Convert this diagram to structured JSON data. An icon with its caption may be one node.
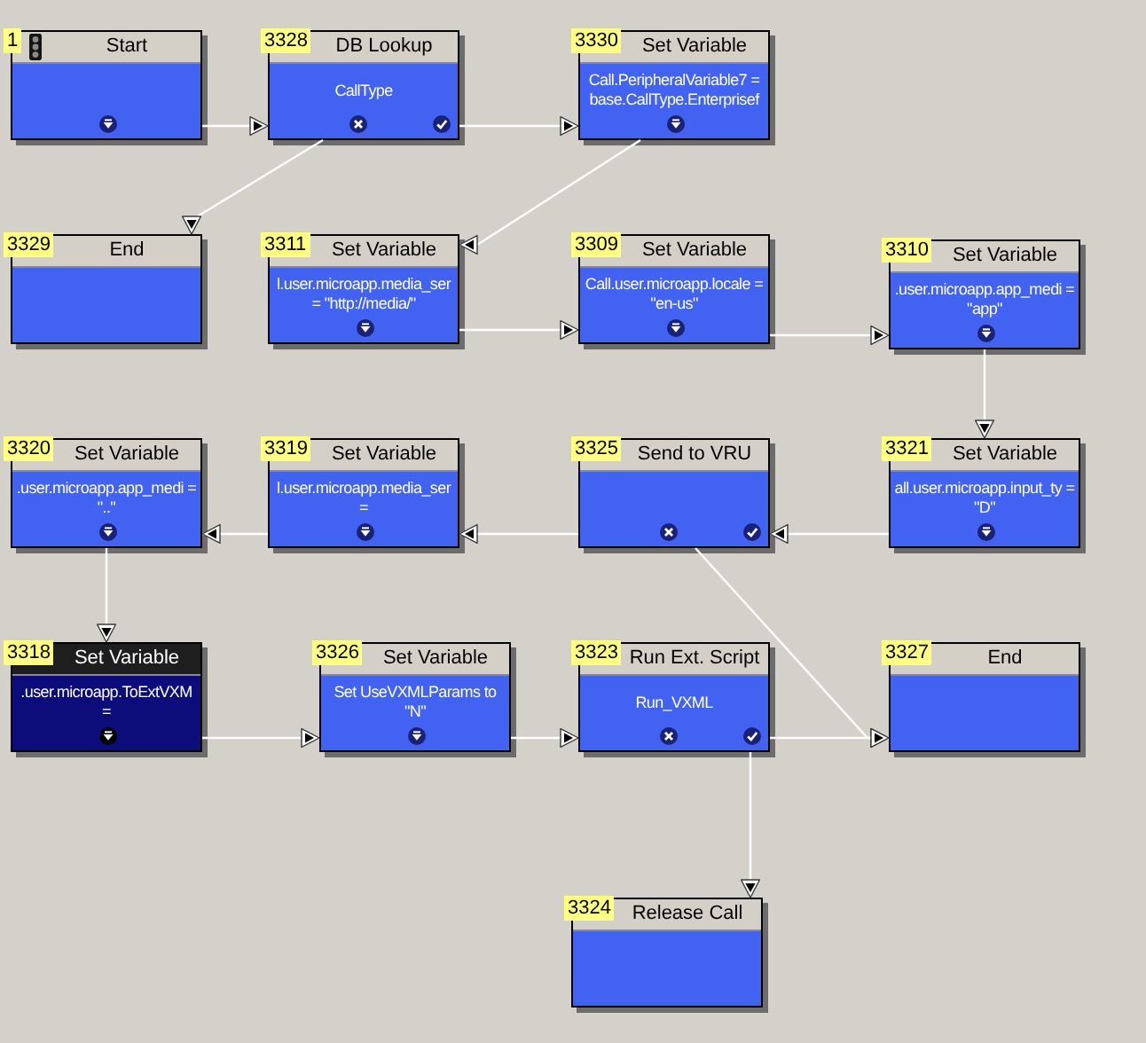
{
  "diagram": {
    "nodes": [
      {
        "text": [
          "1",
          "Start"
        ]
      },
      {
        "text": [
          "3328",
          "DB Lookup",
          "CallType"
        ]
      },
      {
        "text": [
          "3330",
          "Set Variable",
          "Call.PeripheralVariable7 = base.CallType.Enterprisef"
        ]
      },
      {
        "text": [
          "3329",
          "End"
        ]
      },
      {
        "text": [
          "3311",
          "Set Variable",
          "l.user.microapp.media_ser = \"http://media/\""
        ]
      },
      {
        "text": [
          "3309",
          "Set Variable",
          "Call.user.microapp.locale = \"en-us\""
        ]
      },
      {
        "text": [
          "3310",
          "Set Variable",
          ".user.microapp.app_medi = \"app\""
        ]
      },
      {
        "text": [
          "3320",
          "Set Variable",
          ".user.microapp.app_medi = \"..\""
        ]
      },
      {
        "text": [
          "3319",
          "Set Variable",
          "l.user.microapp.media_ser ="
        ]
      },
      {
        "text": [
          "3325",
          "Send to VRU"
        ]
      },
      {
        "text": [
          "3321",
          "Set Variable",
          "all.user.microapp.input_ty = \"D\""
        ]
      },
      {
        "text": [
          "3318",
          "Set Variable",
          ".user.microapp.ToExtVXM ="
        ]
      },
      {
        "text": [
          "3326",
          "Set Variable",
          "Set UseVXMLParams to \"N\""
        ]
      },
      {
        "text": [
          "3323",
          "Run Ext. Script",
          "Run_VXML"
        ]
      },
      {
        "text": [
          "3327",
          "End"
        ]
      },
      {
        "text": [
          "3324",
          "Release Call"
        ]
      }
    ],
    "edges": [
      {
        "from": 0,
        "to": 1,
        "arrow": "to"
      },
      {
        "from": 1,
        "to": 2,
        "arrow": "to"
      },
      {
        "from": 1,
        "to": 3,
        "arrow": "to"
      },
      {
        "from": 2,
        "to": 4,
        "arrow": "to"
      },
      {
        "from": 4,
        "to": 5,
        "arrow": "to"
      },
      {
        "from": 5,
        "to": 6,
        "arrow": "to"
      },
      {
        "from": 6,
        "to": 10,
        "arrow": "to"
      },
      {
        "from": 10,
        "to": 9,
        "arrow": "to"
      },
      {
        "from": 9,
        "to": 8,
        "arrow": "to"
      },
      {
        "from": 8,
        "to": 7,
        "arrow": "to"
      },
      {
        "from": 7,
        "to": 11,
        "arrow": "to"
      },
      {
        "from": 11,
        "to": 12,
        "arrow": "to"
      },
      {
        "from": 12,
        "to": 13,
        "arrow": "to"
      },
      {
        "from": 13,
        "to": 14,
        "arrow": "to"
      },
      {
        "from": 9,
        "to": 14,
        "arrow": "to"
      },
      {
        "from": 13,
        "to": 15,
        "arrow": "to"
      }
    ]
  }
}
